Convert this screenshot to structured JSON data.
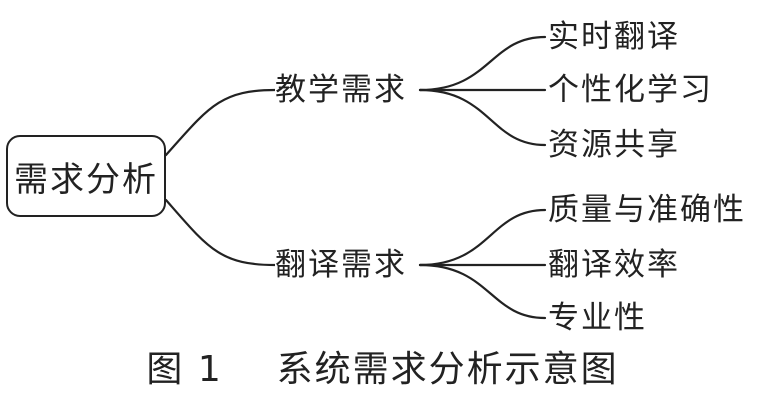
{
  "root": {
    "label": "需求分析"
  },
  "branches": [
    {
      "label": "教学需求",
      "leaves": [
        "实时翻译",
        "个性化学习",
        "资源共享"
      ]
    },
    {
      "label": "翻译需求",
      "leaves": [
        "质量与准确性",
        "翻译效率",
        "专业性"
      ]
    }
  ],
  "caption": {
    "figure_number": "图 1",
    "title": "系统需求分析示意图"
  }
}
